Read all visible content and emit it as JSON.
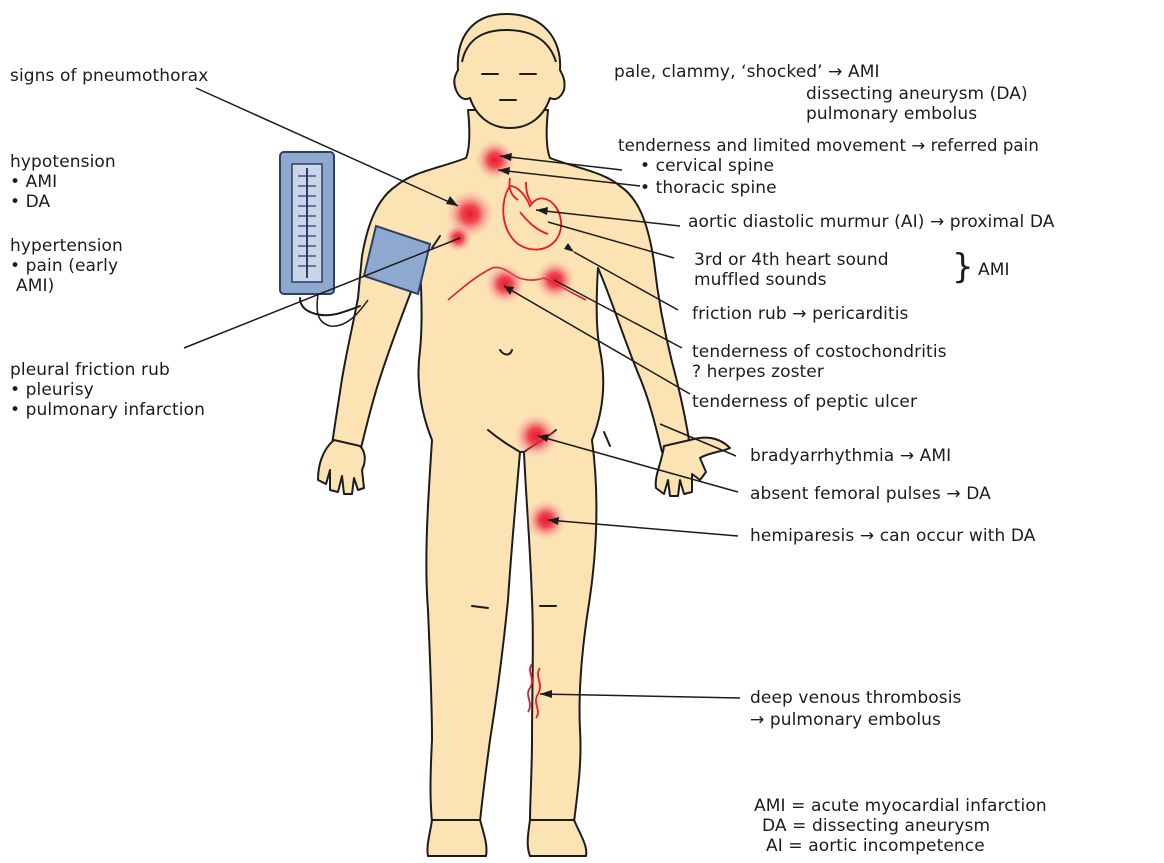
{
  "figure": {
    "labels_left": {
      "pneumothorax": "signs of pneumothorax",
      "hypotension_title": "hypotension",
      "hypotension_ami": "• AMI",
      "hypotension_da": "• DA",
      "hypertension_title": "hypertension",
      "hypertension_pain1": "• pain (early",
      "hypertension_pain2": "AMI)",
      "pleural_title": "pleural friction rub",
      "pleural_pleurisy": "• pleurisy",
      "pleural_infarction": "• pulmonary infarction"
    },
    "labels_right": {
      "pale_line1": "pale, clammy, ‘shocked’ → AMI",
      "pale_line2": "dissecting aneurysm (DA)",
      "pale_line3": "pulmonary embolus",
      "tender_limited": "tenderness and limited movement → referred pain",
      "cervical": "• cervical spine",
      "thoracic": "• thoracic spine",
      "aortic": "aortic diastolic murmur (AI) → proximal DA",
      "heart_sound1": "3rd or 4th heart sound",
      "heart_sound2": "muffled sounds",
      "heart_ami": "AMI",
      "friction_rub": "friction rub → pericarditis",
      "costo1": "tenderness of costochondritis",
      "costo2": "? herpes zoster",
      "peptic": "tenderness of peptic ulcer",
      "brady": "bradyarrhythmia → AMI",
      "femoral": "absent femoral pulses → DA",
      "hemiparesis": "hemiparesis → can occur with DA",
      "dvt1": "deep venous thrombosis",
      "dvt2": "→   pulmonary embolus"
    },
    "legend": {
      "ami": "AMI = acute myocardial infarction",
      "da": "DA = dissecting aneurysm",
      "ai": "AI = aortic incompetence"
    },
    "colors": {
      "skin": "#fbe3b3",
      "outline": "#1c1c1c",
      "hotspot": "#e8192c",
      "heart": "#e8192c",
      "cuff": "#8ea8d0",
      "cuff_dark": "#2d3f66"
    }
  }
}
